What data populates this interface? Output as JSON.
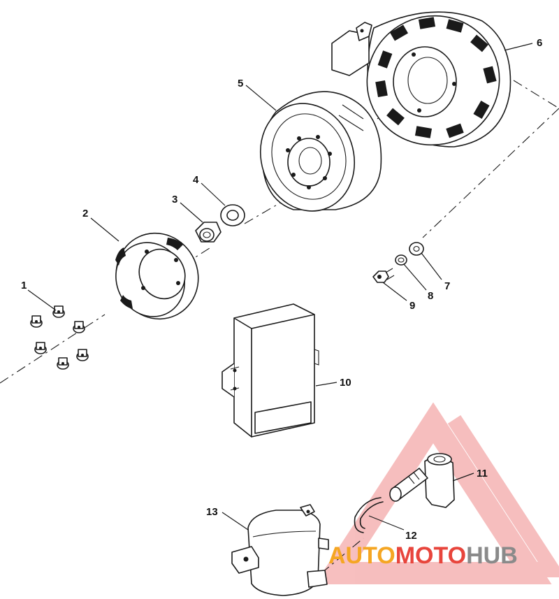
{
  "callouts": [
    {
      "id": "1",
      "label": "1"
    },
    {
      "id": "2",
      "label": "2"
    },
    {
      "id": "3",
      "label": "3"
    },
    {
      "id": "4",
      "label": "4"
    },
    {
      "id": "5",
      "label": "5"
    },
    {
      "id": "6",
      "label": "6"
    },
    {
      "id": "7",
      "label": "7"
    },
    {
      "id": "8",
      "label": "8"
    },
    {
      "id": "9",
      "label": "9"
    },
    {
      "id": "10",
      "label": "10"
    },
    {
      "id": "11",
      "label": "11"
    },
    {
      "id": "12",
      "label": "12"
    },
    {
      "id": "13",
      "label": "13"
    }
  ],
  "watermark": {
    "part1": "AUTO",
    "part2": "MOTO",
    "part3": "HUB",
    "color_orange": "#f5a623",
    "color_red": "#e8453c",
    "color_gray": "#8a8a8a"
  }
}
